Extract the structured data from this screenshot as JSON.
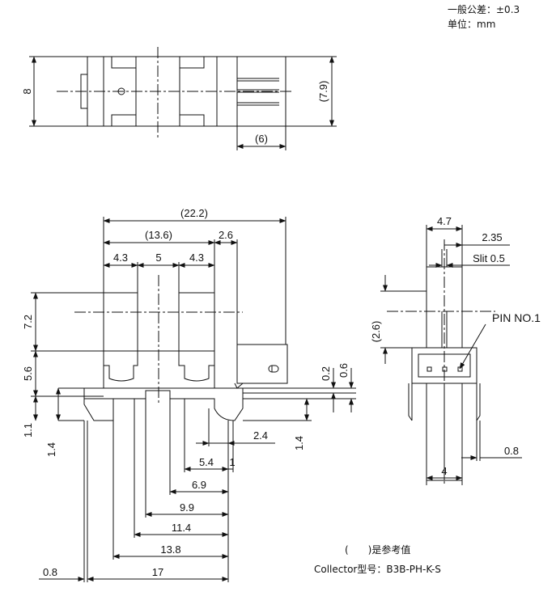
{
  "notes": {
    "tolerance": "一般公差：±0.3",
    "unit": "单位：mm",
    "reference": "(　　)是参考值",
    "collector": "Collector型号：B3B-PH-K-S"
  },
  "top_view": {
    "dims": {
      "height": "8",
      "height_ref": "(7.9)",
      "pin_len": "(6)"
    }
  },
  "front_view": {
    "dims": {
      "overall": "(22.2)",
      "span": "(13.6)",
      "conn": "2.6",
      "w1": "4.3",
      "gap": "5",
      "w2": "4.3",
      "h_upper": "7.2",
      "h_lower": "5.6",
      "t1": "0.2",
      "t2": "0.6",
      "f1": "1.1",
      "f2": "1.4",
      "f3": "1.4",
      "d24": "2.4",
      "d54": "5.4",
      "d1": "1",
      "d69": "6.9",
      "d99": "9.9",
      "d114": "11.4",
      "d138": "13.8",
      "d08": "0.8",
      "d17": "17"
    }
  },
  "side_view": {
    "dims": {
      "width": "4.7",
      "center": "2.35",
      "slit": "Slit 0.5",
      "ref": "(2.6)",
      "pin_pitch": "0.8",
      "base": "4"
    },
    "pin_label": "PIN NO.1"
  }
}
